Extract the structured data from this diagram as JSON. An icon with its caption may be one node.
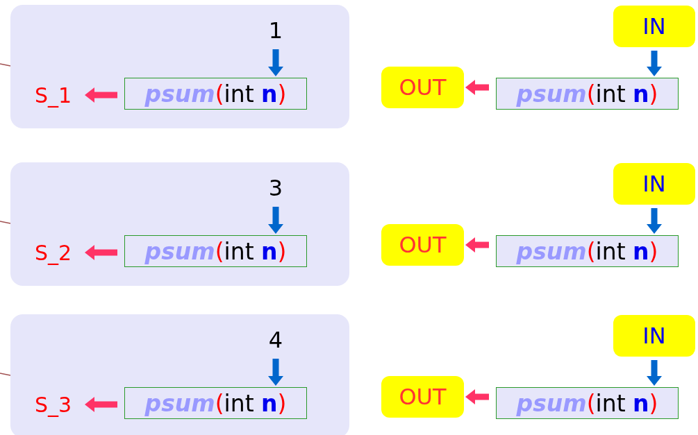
{
  "diagram": {
    "nodes": [
      {
        "text": [],
        "shape": "box"
      },
      {
        "text": [
          "1"
        ],
        "in": 0
      },
      {
        "text": [
          "**psum**(int **n**)"
        ],
        "in": 0
      },
      {
        "text": [
          "S_1"
        ],
        "in": 0
      },
      {
        "text": [
          "IN"
        ]
      },
      {
        "text": [
          "**psum**(int **n**)"
        ]
      },
      {
        "text": [
          "OUT"
        ]
      },
      {
        "text": [],
        "shape": "box"
      },
      {
        "text": [
          "3"
        ],
        "in": 7
      },
      {
        "text": [
          "**psum**(int **n**)"
        ],
        "in": 7
      },
      {
        "text": [
          "S_2"
        ],
        "in": 7
      },
      {
        "text": [
          "IN"
        ]
      },
      {
        "text": [
          "**psum**(int **n**)"
        ]
      },
      {
        "text": [
          "OUT"
        ]
      },
      {
        "text": [],
        "shape": "box"
      },
      {
        "text": [
          "4"
        ],
        "in": 14
      },
      {
        "text": [
          "**psum**(int **n**)"
        ],
        "in": 14
      },
      {
        "text": [
          "S_3"
        ],
        "in": 14
      },
      {
        "text": [
          "IN"
        ]
      },
      {
        "text": [
          "**psum**(int **n**)"
        ]
      },
      {
        "text": [
          "OUT"
        ]
      }
    ],
    "edges": [
      {
        "from": null,
        "to": 0,
        "arrow": "none",
        "color": "#a05050"
      },
      {
        "from": 1,
        "to": 2,
        "arrow": "to",
        "color": "#0066cc"
      },
      {
        "from": 2,
        "to": 3,
        "arrow": "to",
        "color": "#ff3366"
      },
      {
        "from": 4,
        "to": 5,
        "arrow": "to",
        "color": "#0066cc"
      },
      {
        "from": 5,
        "to": 6,
        "arrow": "to",
        "color": "#ff3366"
      },
      {
        "from": null,
        "to": 7,
        "arrow": "none",
        "color": "#a05050"
      },
      {
        "from": 8,
        "to": 9,
        "arrow": "to",
        "color": "#0066cc"
      },
      {
        "from": 9,
        "to": 10,
        "arrow": "to",
        "color": "#ff3366"
      },
      {
        "from": 11,
        "to": 12,
        "arrow": "to",
        "color": "#0066cc"
      },
      {
        "from": 12,
        "to": 13,
        "arrow": "to",
        "color": "#ff3366"
      },
      {
        "from": null,
        "to": 14,
        "arrow": "none",
        "color": "#a05050"
      },
      {
        "from": 15,
        "to": 16,
        "arrow": "to",
        "color": "#0066cc"
      },
      {
        "from": 16,
        "to": 17,
        "arrow": "to",
        "color": "#ff3366"
      },
      {
        "from": 18,
        "to": 19,
        "arrow": "to",
        "color": "#0066cc"
      },
      {
        "from": 19,
        "to": 20,
        "arrow": "to",
        "color": "#ff3366"
      }
    ]
  }
}
